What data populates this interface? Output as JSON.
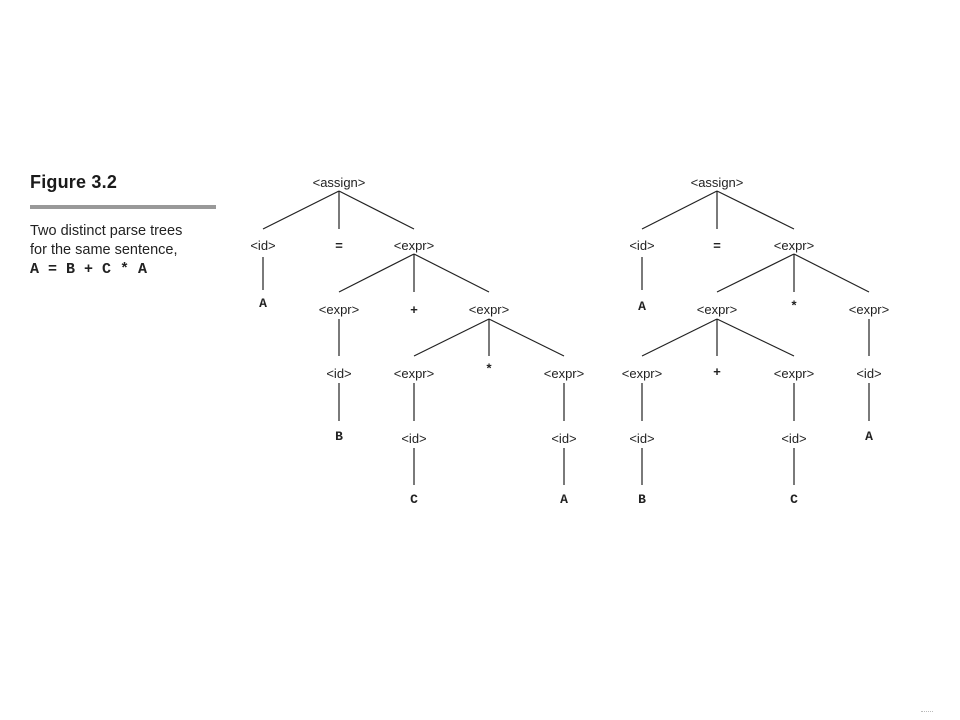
{
  "figure": {
    "title": "Figure 3.2",
    "description_line1": "Two distinct parse trees",
    "description_line2": "for the same sentence,",
    "sentence": "A = B + C * A"
  },
  "tree_left": {
    "root": {
      "label": "<assign>",
      "kind": "nonterminal"
    },
    "id_a": {
      "label": "<id>",
      "kind": "nonterminal"
    },
    "eq": {
      "label": "=",
      "kind": "terminal"
    },
    "expr_top": {
      "label": "<expr>",
      "kind": "nonterminal"
    },
    "a_leaf": {
      "label": "A",
      "kind": "terminal"
    },
    "expr_l": {
      "label": "<expr>",
      "kind": "nonterminal"
    },
    "plus": {
      "label": "+",
      "kind": "terminal"
    },
    "expr_r": {
      "label": "<expr>",
      "kind": "nonterminal"
    },
    "id_b": {
      "label": "<id>",
      "kind": "nonterminal"
    },
    "expr_rl": {
      "label": "<expr>",
      "kind": "nonterminal"
    },
    "star": {
      "label": "*",
      "kind": "terminal"
    },
    "expr_rr": {
      "label": "<expr>",
      "kind": "nonterminal"
    },
    "b_leaf": {
      "label": "B",
      "kind": "terminal"
    },
    "id_c": {
      "label": "<id>",
      "kind": "nonterminal"
    },
    "id_a2": {
      "label": "<id>",
      "kind": "nonterminal"
    },
    "c_leaf": {
      "label": "C",
      "kind": "terminal"
    },
    "a2_leaf": {
      "label": "A",
      "kind": "terminal"
    }
  },
  "tree_right": {
    "root": {
      "label": "<assign>",
      "kind": "nonterminal"
    },
    "id_a": {
      "label": "<id>",
      "kind": "nonterminal"
    },
    "eq": {
      "label": "=",
      "kind": "terminal"
    },
    "expr_top": {
      "label": "<expr>",
      "kind": "nonterminal"
    },
    "a_leaf": {
      "label": "A",
      "kind": "terminal"
    },
    "expr_l": {
      "label": "<expr>",
      "kind": "nonterminal"
    },
    "star": {
      "label": "*",
      "kind": "terminal"
    },
    "expr_r": {
      "label": "<expr>",
      "kind": "nonterminal"
    },
    "expr_ll": {
      "label": "<expr>",
      "kind": "nonterminal"
    },
    "plus": {
      "label": "+",
      "kind": "terminal"
    },
    "expr_lr": {
      "label": "<expr>",
      "kind": "nonterminal"
    },
    "id_a2": {
      "label": "<id>",
      "kind": "nonterminal"
    },
    "id_b": {
      "label": "<id>",
      "kind": "nonterminal"
    },
    "id_c": {
      "label": "<id>",
      "kind": "nonterminal"
    },
    "a2_leaf": {
      "label": "A",
      "kind": "terminal"
    },
    "b_leaf": {
      "label": "B",
      "kind": "terminal"
    },
    "c_leaf": {
      "label": "C",
      "kind": "terminal"
    }
  }
}
